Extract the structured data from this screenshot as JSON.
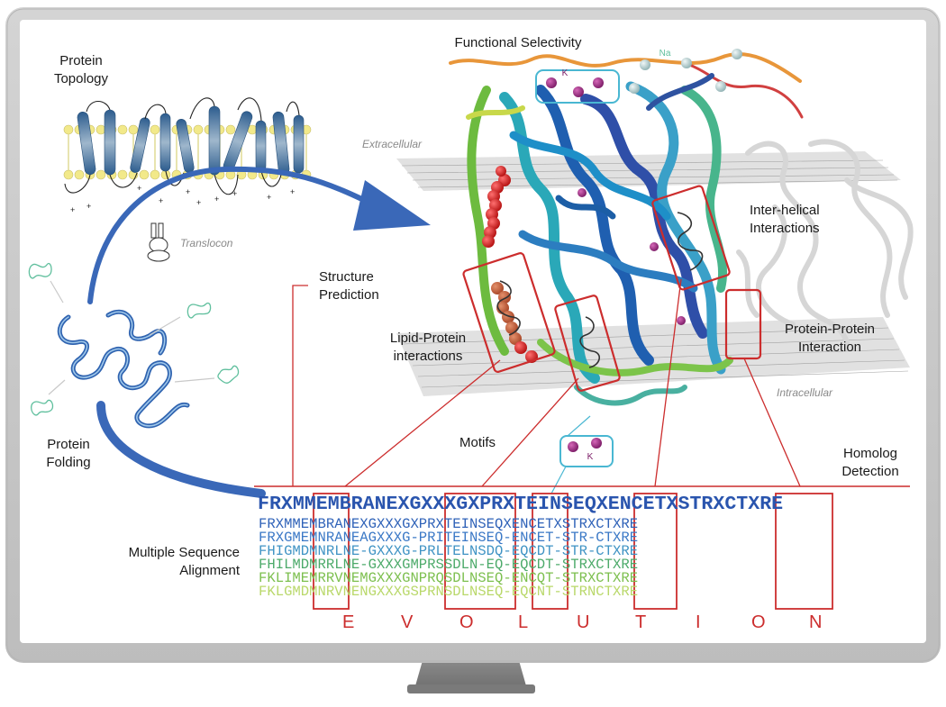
{
  "labels": {
    "protein_topology": [
      "Protein",
      "Topology"
    ],
    "translocon": "Translocon",
    "protein_folding": [
      "Protein",
      "Folding"
    ],
    "structure_prediction": [
      "Structure",
      "Prediction"
    ],
    "functional_selectivity": "Functional Selectivity",
    "extracellular": "Extracellular",
    "intracellular": "Intracellular",
    "inter_helical": [
      "Inter-helical",
      "Interactions"
    ],
    "protein_protein": [
      "Protein-Protein",
      "Interaction"
    ],
    "lipid_protein": [
      "Lipid-Protein",
      "interactions"
    ],
    "motifs": "Motifs",
    "homolog_detection": [
      "Homolog",
      "Detection"
    ],
    "msa": [
      "Multiple Sequence",
      "Alignment"
    ],
    "ion_k": "K",
    "ion_na": "Na"
  },
  "sequence": {
    "consensus": "FRXMMEMBRANEXGXXXGXPRXTEINSEQXENCETXSTRXCTXRE",
    "rows": [
      "FRXMMEMBRANEXGXXXGXPRXTEINSEQXENCETXSTRXCTXRE",
      "FRXGMEMNRANEAGXXXG-PRITEINSEQ-ENCET-STR-CTXRE",
      "FHIGMDMNRLNE-GXXXG-PRLTELNSDQ-EQCDT-STR-CTXRE",
      "FHILMDMRRLNE-GXXXGMPRSSDLN-EQ-EQCDT-STRXCTXRE",
      "FKLIMEMRRVNEMGXXXGNPRQSDLNSEQ-ENCQT-STRXCTXRE",
      "FKLGMDMNRVNENGXXXGSPRNSDLNSEQ-EQCNT-STRNCTXRE"
    ],
    "row_colors": [
      "#2f62b8",
      "#3a78c6",
      "#3f93c4",
      "#4caa6a",
      "#7cbf4e",
      "#b9d86a"
    ],
    "evolution": [
      "E",
      "V",
      "O",
      "L",
      "U",
      "T",
      "I",
      "O",
      "N"
    ]
  },
  "colors": {
    "accent_red": "#cc2d2d",
    "arrow_blue": "#3a68b8",
    "cyan_box": "#49b7d2",
    "ion_purple": "#9b2d86"
  }
}
